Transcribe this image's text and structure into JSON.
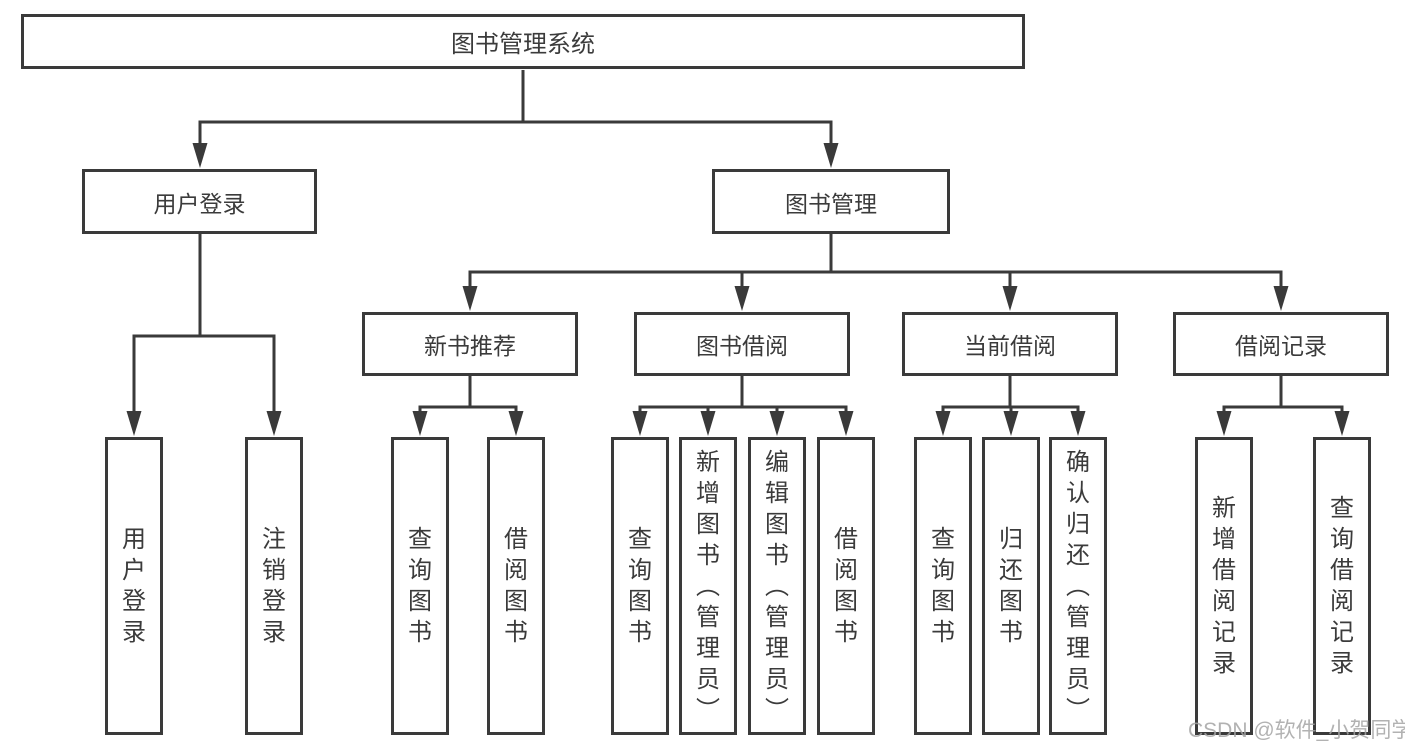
{
  "tree": {
    "label": "图书管理系统",
    "children": [
      {
        "label": "用户登录",
        "children": [
          {
            "label": "用户登录"
          },
          {
            "label": "注销登录"
          }
        ]
      },
      {
        "label": "图书管理",
        "children": [
          {
            "label": "新书推荐",
            "children": [
              {
                "label": "查询图书"
              },
              {
                "label": "借阅图书"
              }
            ]
          },
          {
            "label": "图书借阅",
            "children": [
              {
                "label": "查询图书"
              },
              {
                "label": "新增图书（管理员）"
              },
              {
                "label": "编辑图书（管理员）"
              },
              {
                "label": "借阅图书"
              }
            ]
          },
          {
            "label": "当前借阅",
            "children": [
              {
                "label": "查询图书"
              },
              {
                "label": "归还图书"
              },
              {
                "label": "确认归还（管理员）"
              }
            ]
          },
          {
            "label": "借阅记录",
            "children": [
              {
                "label": "新增借阅记录"
              },
              {
                "label": "查询借阅记录"
              }
            ]
          }
        ]
      }
    ]
  },
  "watermark": {
    "text": "CSDN @软件_小贺同学"
  },
  "colors": {
    "line": "#3a3a3a",
    "text": "#3b3b3b",
    "box_background": "#ffffff",
    "watermark": "#a5a5a5",
    "background": "#ffffff"
  }
}
